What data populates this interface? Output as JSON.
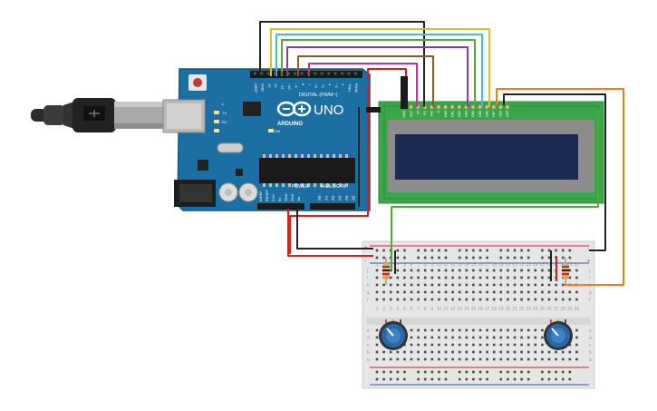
{
  "arduino": {
    "brand": "ARDUINO",
    "model": "UNO",
    "digital_label": "DIGITAL (PWM~)",
    "power_label": "POWER",
    "analog_label": "ANALOG IN",
    "tx_label": "TX",
    "rx_label": "RX",
    "l_label": "L",
    "on_label": "ON",
    "top_pins": [
      "AREF",
      "GND",
      "13",
      "12",
      "~11",
      "~10",
      "~9",
      "8",
      "7",
      "~6",
      "~5",
      "4",
      "~3",
      "2",
      "TX▸1",
      "RX◂0"
    ],
    "power_pins": [
      "IOREF",
      "RESET",
      "3.3V",
      "5V",
      "GND",
      "GND",
      "Vin"
    ],
    "analog_pins": [
      "A0",
      "A1",
      "A2",
      "A3",
      "A4",
      "A5"
    ]
  },
  "lcd": {
    "pins": [
      "GND",
      "VCC",
      "V0",
      "RS",
      "RW",
      "E",
      "DB0",
      "DB1",
      "DB2",
      "DB3",
      "DB4",
      "DB5",
      "DB6",
      "DB7",
      "LED",
      "LED"
    ]
  },
  "breadboard": {
    "rows": [
      "a",
      "b",
      "c",
      "d",
      "e",
      "f",
      "g",
      "h",
      "i",
      "j"
    ],
    "columns": [
      "1",
      "2",
      "3",
      "4",
      "5",
      "6",
      "7",
      "8",
      "9",
      "10",
      "11",
      "12",
      "13",
      "14",
      "15",
      "16",
      "17",
      "18",
      "19",
      "20",
      "21",
      "22",
      "23",
      "24",
      "25",
      "26",
      "27",
      "28",
      "29",
      "30"
    ],
    "plus": "+",
    "minus": "-"
  },
  "colors": {
    "board": "#1c6fa3",
    "lcd_pcb": "#3aa64b",
    "lcd_screen": "#1b2a52",
    "breadboard": "#e6e6e6",
    "knob": "#2a67a8",
    "wire_black": "#222222",
    "wire_red": "#d32121",
    "wire_orange": "#e8821d",
    "wire_green": "#56a63a"
  }
}
